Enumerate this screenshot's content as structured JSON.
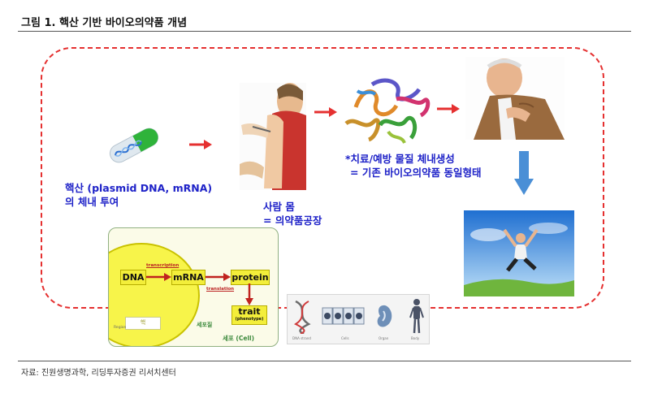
{
  "figure": {
    "title": "그림 1. 핵산 기반 바이오의약품 개념",
    "source": "자료: 진원생명과학, 리딩투자증권 리서치센터"
  },
  "labels": {
    "nucleic_acid_line1": "핵산 (plasmid DNA, mRNA)",
    "nucleic_acid_line2": "의 체내 투여",
    "body_line1": "사람 몸",
    "body_line2": "= 의약품공장",
    "protein_line1": "*치료/예방 물질 체내생성",
    "protein_line2": "= 기존 바이오의약품 동일형태"
  },
  "cell_diagram": {
    "dna": "DNA",
    "mrna": "mRNA",
    "protein": "protein",
    "trait": "trait",
    "phenotype": "(phenotype)",
    "transcription": "transcription",
    "translation": "translation",
    "nucleus": "핵",
    "cytoplasm": "세포질",
    "cell": "세포 (Cell)",
    "region": "Region"
  },
  "strip_labels": [
    "DNA strand",
    "Cells",
    "Organ",
    "Body"
  ],
  "colors": {
    "accent_red": "#e53030",
    "label_blue": "#1e22c8",
    "gene_yellow": "#f3ee3a",
    "down_arrow_blue": "#4a8fd6"
  }
}
